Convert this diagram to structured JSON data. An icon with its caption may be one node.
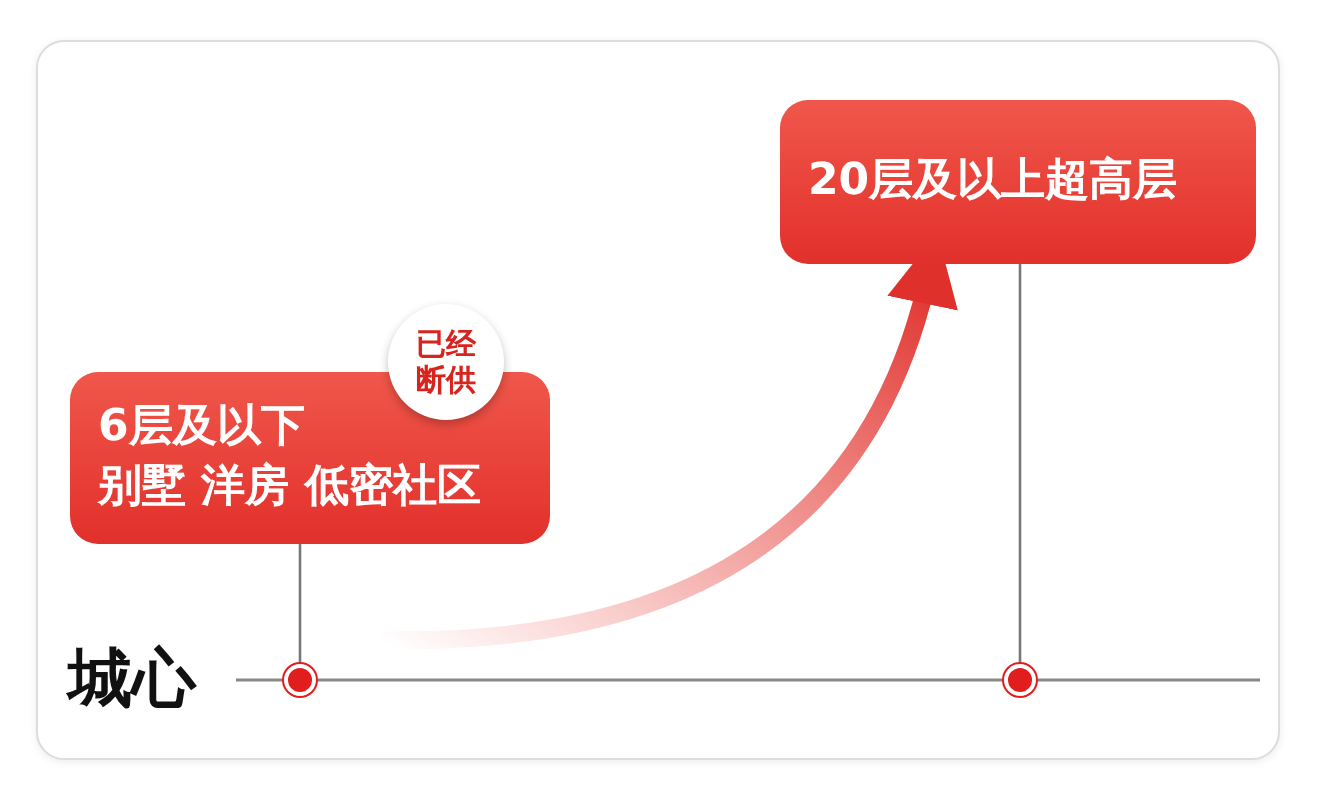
{
  "diagram": {
    "nodes": [
      {
        "text": [
          "6层及以下",
          "别墅 洋房 低密社区"
        ]
      },
      {
        "text": [
          "已经断供"
        ]
      },
      {
        "text": [
          "20层及以上超高层"
        ]
      },
      {
        "text": [],
        "shape": "circle"
      },
      {
        "text": [],
        "shape": "circle"
      }
    ],
    "edges": [
      {
        "from": 3,
        "to": 0,
        "arrow": "none"
      },
      {
        "from": 4,
        "to": 2,
        "arrow": "none"
      },
      {
        "from": null,
        "to": 2,
        "arrow": "to",
        "style": "thick"
      }
    ],
    "labels": [
      "城心"
    ]
  }
}
